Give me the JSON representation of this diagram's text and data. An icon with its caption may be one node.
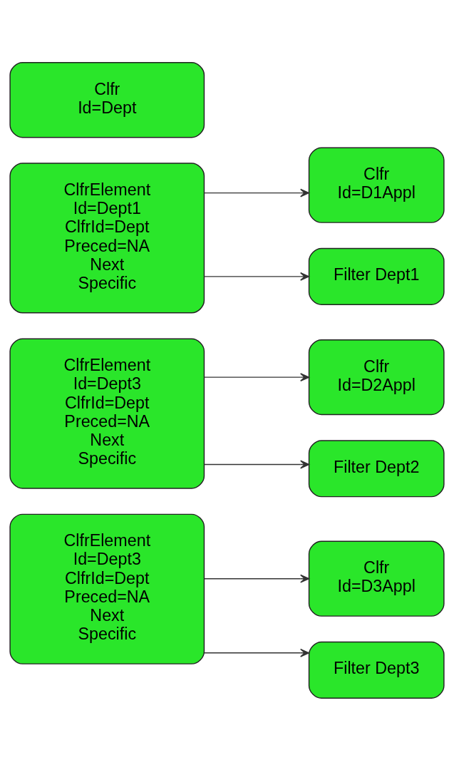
{
  "diagram": {
    "nodes": [
      {
        "text": [
          "Clfr",
          "Id=Dept"
        ]
      },
      {
        "text": [
          "ClfrElement",
          "Id=Dept1",
          "ClfrId=Dept",
          "Preced=NA",
          "Next",
          "Specific"
        ]
      },
      {
        "text": [
          "Clfr",
          "Id=D1Appl"
        ]
      },
      {
        "text": [
          "Filter Dept1"
        ]
      },
      {
        "text": [
          "ClfrElement",
          "Id=Dept3",
          "ClfrId=Dept",
          "Preced=NA",
          "Next",
          "Specific"
        ]
      },
      {
        "text": [
          "Clfr",
          "Id=D2Appl"
        ]
      },
      {
        "text": [
          "Filter Dept2"
        ]
      },
      {
        "text": [
          "ClfrElement",
          "Id=Dept3",
          "ClfrId=Dept",
          "Preced=NA",
          "Next",
          "Specific"
        ]
      },
      {
        "text": [
          "Clfr",
          "Id=D3Appl"
        ]
      },
      {
        "text": [
          "Filter Dept3"
        ]
      }
    ],
    "edges": [
      {
        "from": 1,
        "to": 2,
        "arrow": "to"
      },
      {
        "from": 1,
        "to": 3,
        "arrow": "to"
      },
      {
        "from": 4,
        "to": 5,
        "arrow": "to"
      },
      {
        "from": 4,
        "to": 6,
        "arrow": "to"
      },
      {
        "from": 7,
        "to": 8,
        "arrow": "to"
      },
      {
        "from": 7,
        "to": 9,
        "arrow": "to"
      }
    ]
  }
}
